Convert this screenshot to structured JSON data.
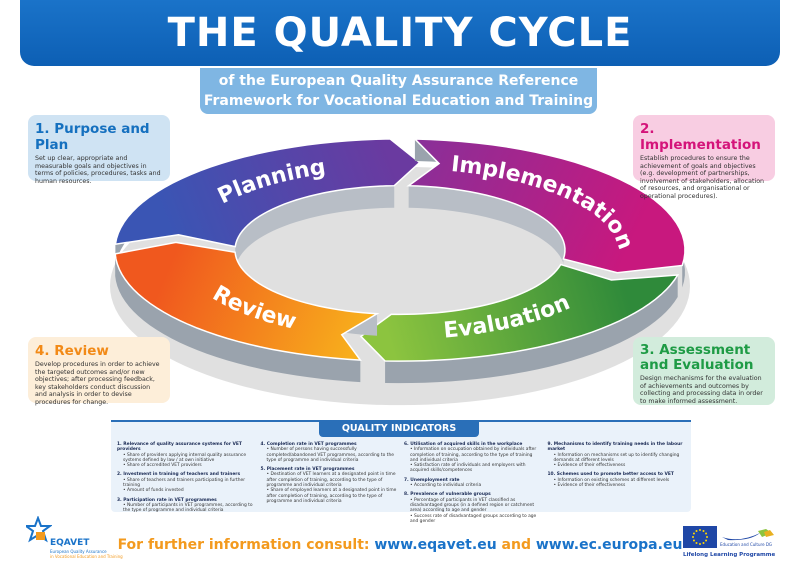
{
  "header": {
    "title": "THE QUALITY CYCLE",
    "subtitle_line1": "of the European Quality Assurance Reference",
    "subtitle_line2": "Framework for Vocational Education and Training"
  },
  "stages": [
    {
      "title": "1. Purpose and Plan",
      "text": "Set up clear, appropriate and measurable goals and objectives in terms of policies, procedures, tasks and human resources.",
      "color": "#1570bf"
    },
    {
      "title": "2. Implementation",
      "text": "Establish procedures to ensure the achievement of goals and objectives (e.g. development of partnerships, involvement of stakeholders, allocation of resources, and organisational or operational procedures).",
      "color": "#d4147a"
    },
    {
      "title": "3. Assessment and Evaluation",
      "text": "Design mechanisms for the evaluation of achievements and outcomes by collecting and processing data in order to make informed assessment.",
      "color": "#1e9b45"
    },
    {
      "title": "4. Review",
      "text": "Develop procedures in order to achieve the targeted outcomes and/or new objectives; after processing feedback, key stakeholders conduct discussion and analysis in order to devise procedures for change.",
      "color": "#f28a17"
    }
  ],
  "cycle": [
    {
      "label": "Planning",
      "from": "#3a55b4",
      "to": "#6a3aa0"
    },
    {
      "label": "Implementation",
      "from": "#8a2f98",
      "to": "#c8187e"
    },
    {
      "label": "Evaluation",
      "from": "#2f8a3a",
      "to": "#8cc43f"
    },
    {
      "label": "Review",
      "from": "#f8b21c",
      "to": "#f0581e"
    }
  ],
  "indicators": {
    "title": "QUALITY INDICATORS",
    "columns": [
      [
        {
          "title": "1.  Relevance of quality assurance systems for VET providers",
          "bullets": [
            "• Share of providers applying internal quality assurance systems defined by law / at own initiative",
            "• Share of accredited VET providers"
          ]
        },
        {
          "title": "2.  Investment in training of teachers and trainers",
          "bullets": [
            "• Share of teachers and trainers participating in further training",
            "• Amount of funds invested"
          ]
        },
        {
          "title": "3.  Participation rate in VET programmes",
          "bullets": [
            "• Number of participants in VET programmes, according to the type of programme and individual criteria"
          ]
        }
      ],
      [
        {
          "title": "4.  Completion rate in VET programmes",
          "bullets": [
            "• Number of persons having successfully completed/abandoned VET programmes, according to the type of programme and individual criteria"
          ]
        },
        {
          "title": "5.  Placement rate in VET programmes",
          "bullets": [
            "• Destination of VET learners at a designated point in time after completion of training, according to the type of programme and individual criteria",
            "• Share of employed learners at a designated point in time after completion of training, according to the type of programme and individual criteria"
          ]
        }
      ],
      [
        {
          "title": "6.  Utilisation of acquired skills in the workplace",
          "bullets": [
            "• Information on occupation obtained by individuals after completion of training, according to the type of training and individual criteria",
            "• Satisfaction rate of individuals and employers with acquired skills/competences"
          ]
        },
        {
          "title": "7.  Unemployment rate",
          "bullets": [
            "• According to individual criteria"
          ]
        },
        {
          "title": "8.  Prevalence of vulnerable groups",
          "bullets": [
            "• Percentage of participants in VET classified as disadvantaged groups (in a defined region or catchment area) according to age and gender",
            "• Success rate of disadvantaged groups according to age and gender"
          ]
        }
      ],
      [
        {
          "title": "9.  Mechanisms to identify training needs in the labour market",
          "bullets": [
            "• Information on mechanisms set up to identify changing demands at different levels",
            "• Evidence of their effectiveness"
          ]
        },
        {
          "title": "10. Schemes used to promote better access to VET",
          "bullets": [
            "• Information on existing schemes at different levels",
            "• Evidence of their effectiveness"
          ]
        }
      ]
    ]
  },
  "footer": {
    "prefix": "For further information consult: ",
    "url1": "www.eqavet.eu",
    "and": " and ",
    "url2": "www.ec.europa.eu"
  },
  "logos": {
    "eqavet_name": "EQAVET",
    "eqavet_line1": "European Quality Assurance",
    "eqavet_line2": "in Vocational Education and Training",
    "dg": "Education and Culture DG",
    "programme": "Lifelong Learning Programme"
  }
}
